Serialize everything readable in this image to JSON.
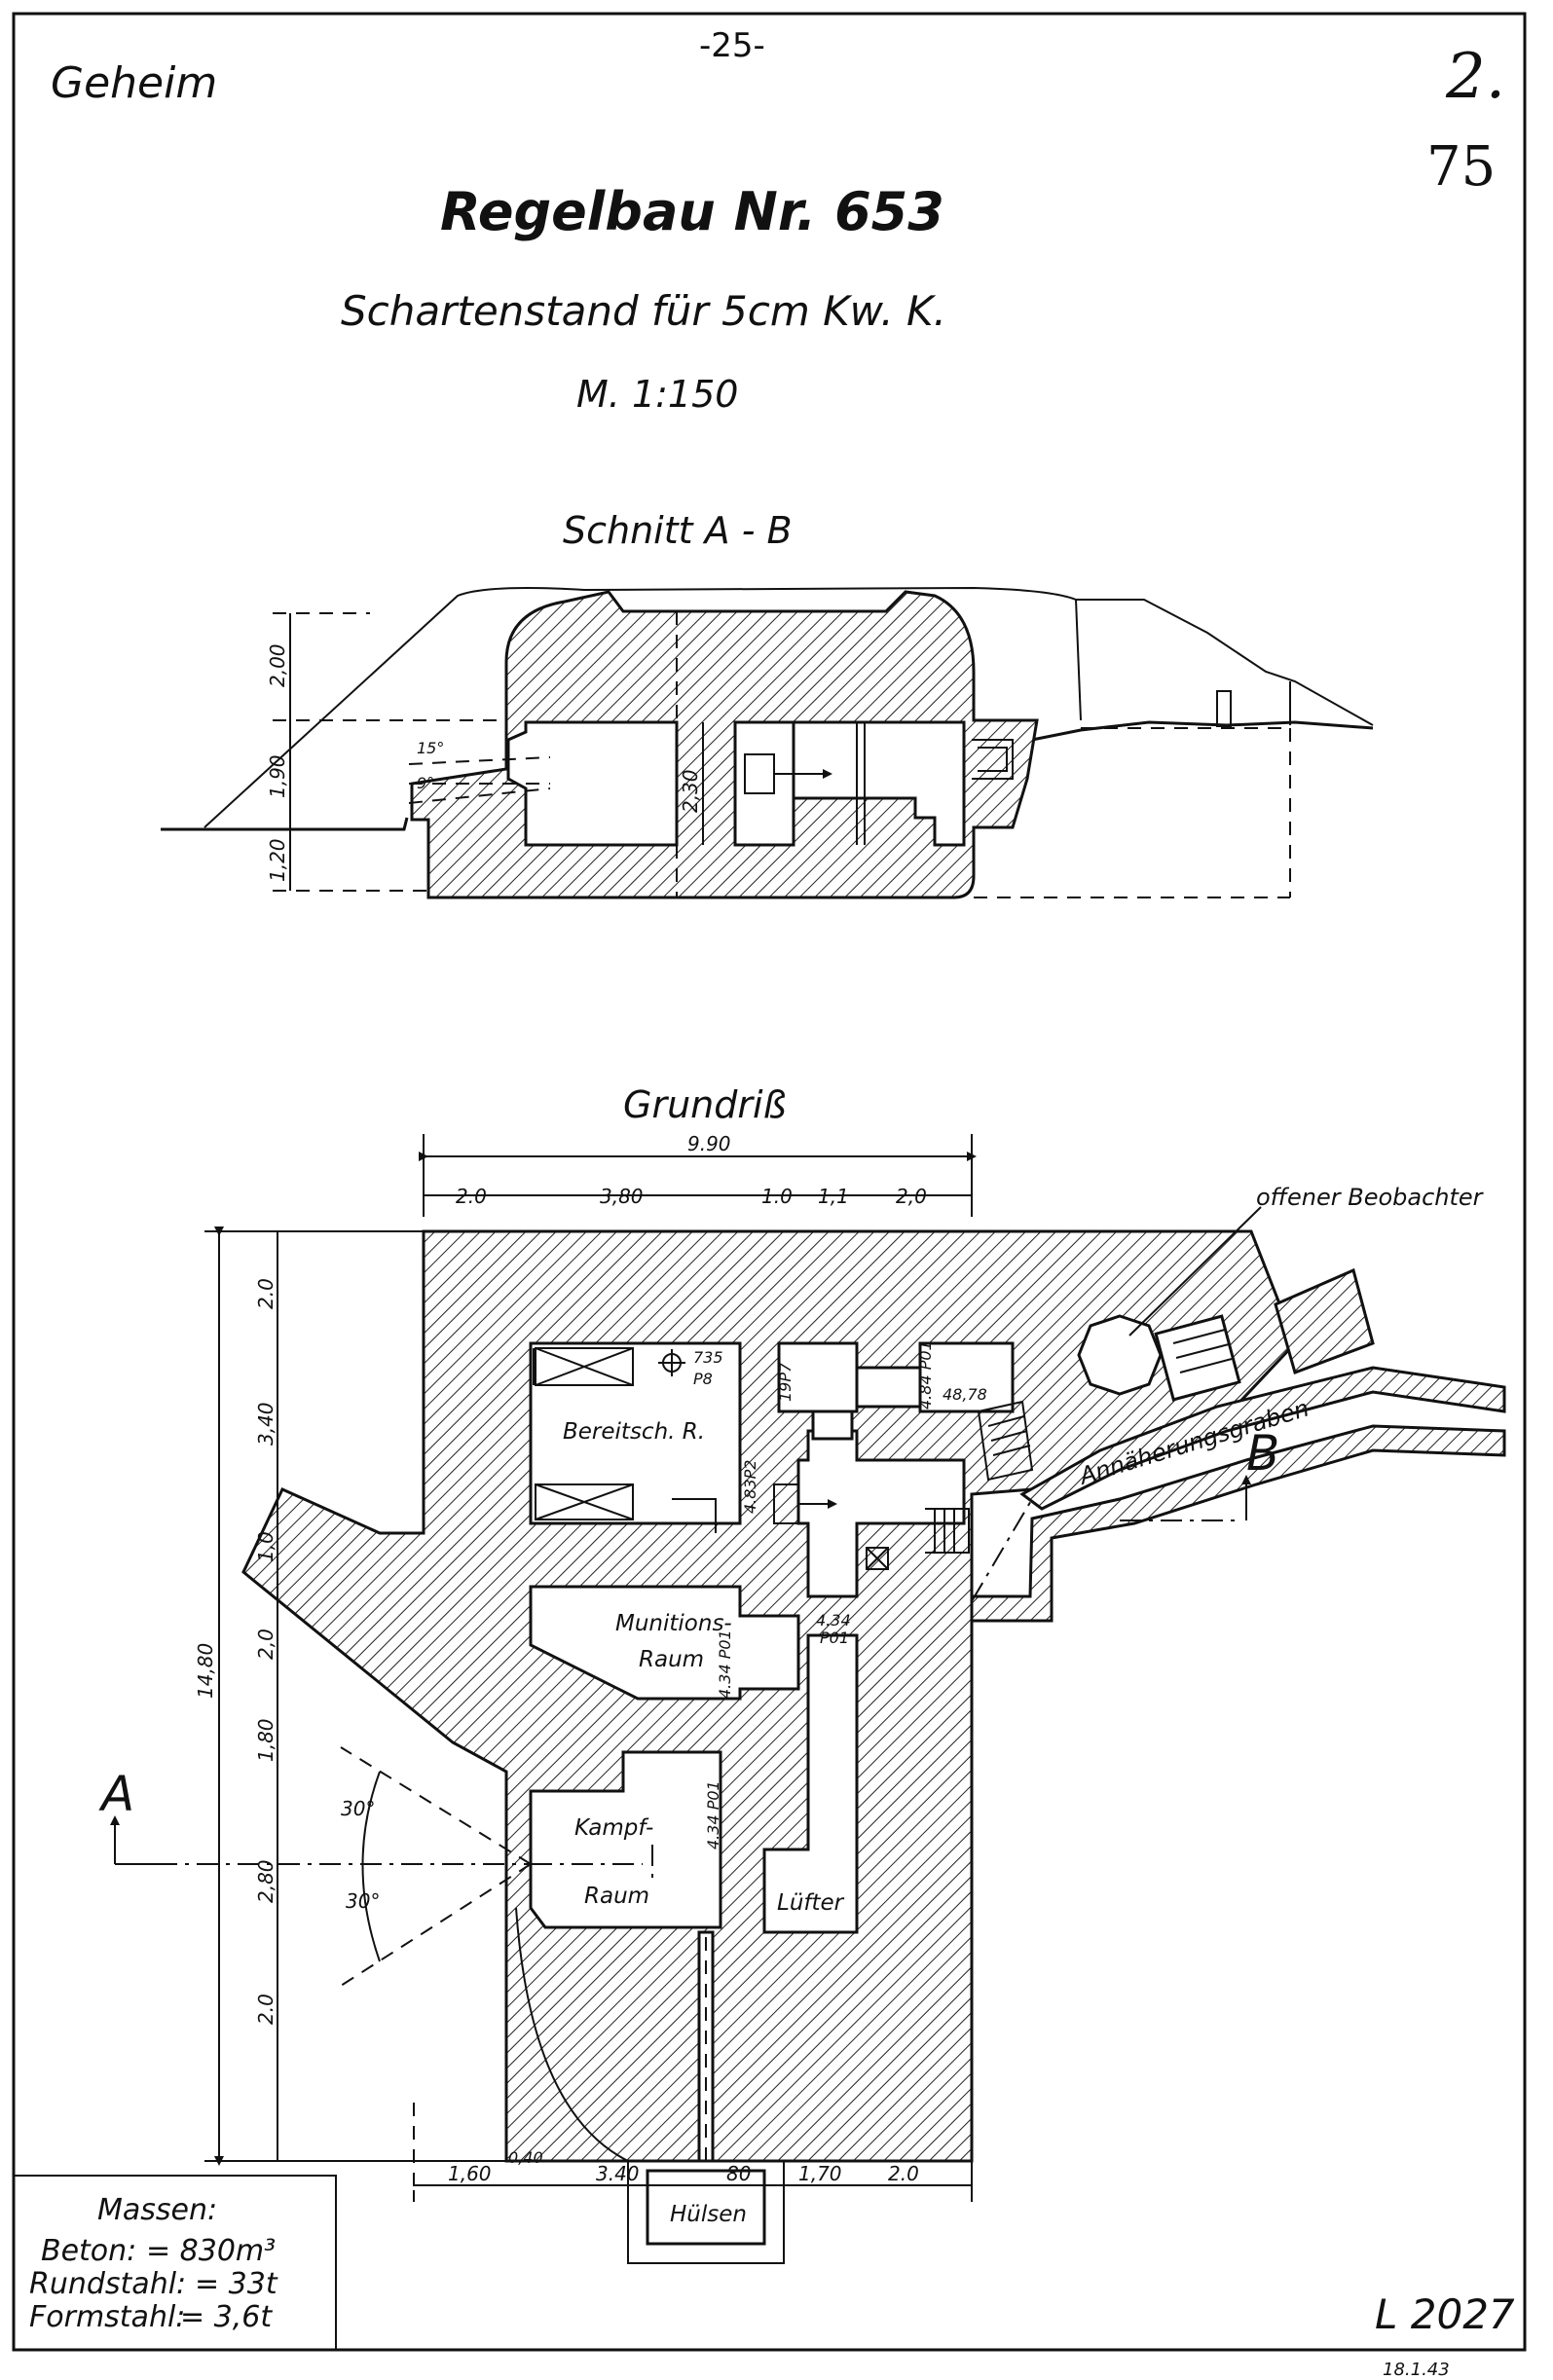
{
  "header": {
    "classification": "Geheim",
    "page_number": "-25-",
    "sheet_mark": "2.",
    "sheet_number": "75"
  },
  "title": {
    "main": "Regelbau Nr. 653",
    "subtitle": "Schartenstand für 5cm Kw. K.",
    "scale": "M. 1:150"
  },
  "section": {
    "title": "Schnitt A - B",
    "dims": {
      "d1": "2,00",
      "d2": "1,90",
      "d3": "1,20",
      "inner_height": "2,30"
    },
    "angles": {
      "a1": "15°",
      "a2": "9°"
    }
  },
  "plan": {
    "title": "Grundriß",
    "overall_width": "9.90",
    "top_dims": [
      "2.0",
      "3,80",
      "1.0",
      "1,1",
      "2,0"
    ],
    "left_total": "14,80",
    "left_dims": [
      "2.0",
      "3,40",
      "1,0",
      "2,0",
      "1,80",
      "2,80",
      "2.0"
    ],
    "bottom_dims": [
      "1,60",
      "0,40",
      "3.40",
      "80",
      "1,70",
      "2.0"
    ],
    "rooms": {
      "ready_room": "Bereitsch. R.",
      "ammo_room_1": "Munitions-",
      "ammo_room_2": "Raum",
      "combat_room_1": "Kampf-",
      "combat_room_2": "Raum",
      "ventilator": "Lüfter",
      "casings": "Hülsen"
    },
    "door_labels": {
      "d735": "735",
      "p8": "P8",
      "d19p7": "19P7",
      "d484p01": "4.84 P01",
      "d4878": "48,78",
      "d483p2": "4.83P2",
      "d434p01a": "4.34",
      "p01a": "P01",
      "d434p01b": "4.34 P01",
      "d434p01c": "4.34 P01"
    },
    "observer": "offener Beobachter",
    "approach_trench": "Annäherungsgraben",
    "marker_a": "A",
    "marker_b": "B",
    "angles": {
      "upper": "30°",
      "lower": "30°"
    }
  },
  "masses": {
    "title": "Massen:",
    "concrete_label": "Beton:",
    "concrete_value": "= 830m³",
    "round_steel_label": "Rundstahl:",
    "round_steel_value": "= 33t",
    "form_steel_label": "Formstahl:",
    "form_steel_value": "= 3,6t"
  },
  "footer": {
    "drawing_number": "L 2027",
    "date": "18.1.43"
  }
}
